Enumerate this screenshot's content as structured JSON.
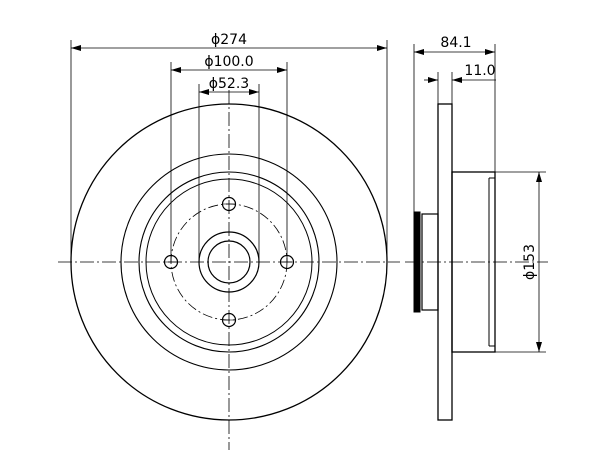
{
  "dimensions": {
    "outer_diameter": "ϕ274",
    "bolt_circle_diameter": "ϕ100.0",
    "center_bore_diameter": "ϕ52.3",
    "overall_width": "84.1",
    "disc_thickness": "11.0",
    "hat_diameter": "ϕ153"
  },
  "colors": {
    "line": "#000000",
    "background": "#ffffff"
  }
}
